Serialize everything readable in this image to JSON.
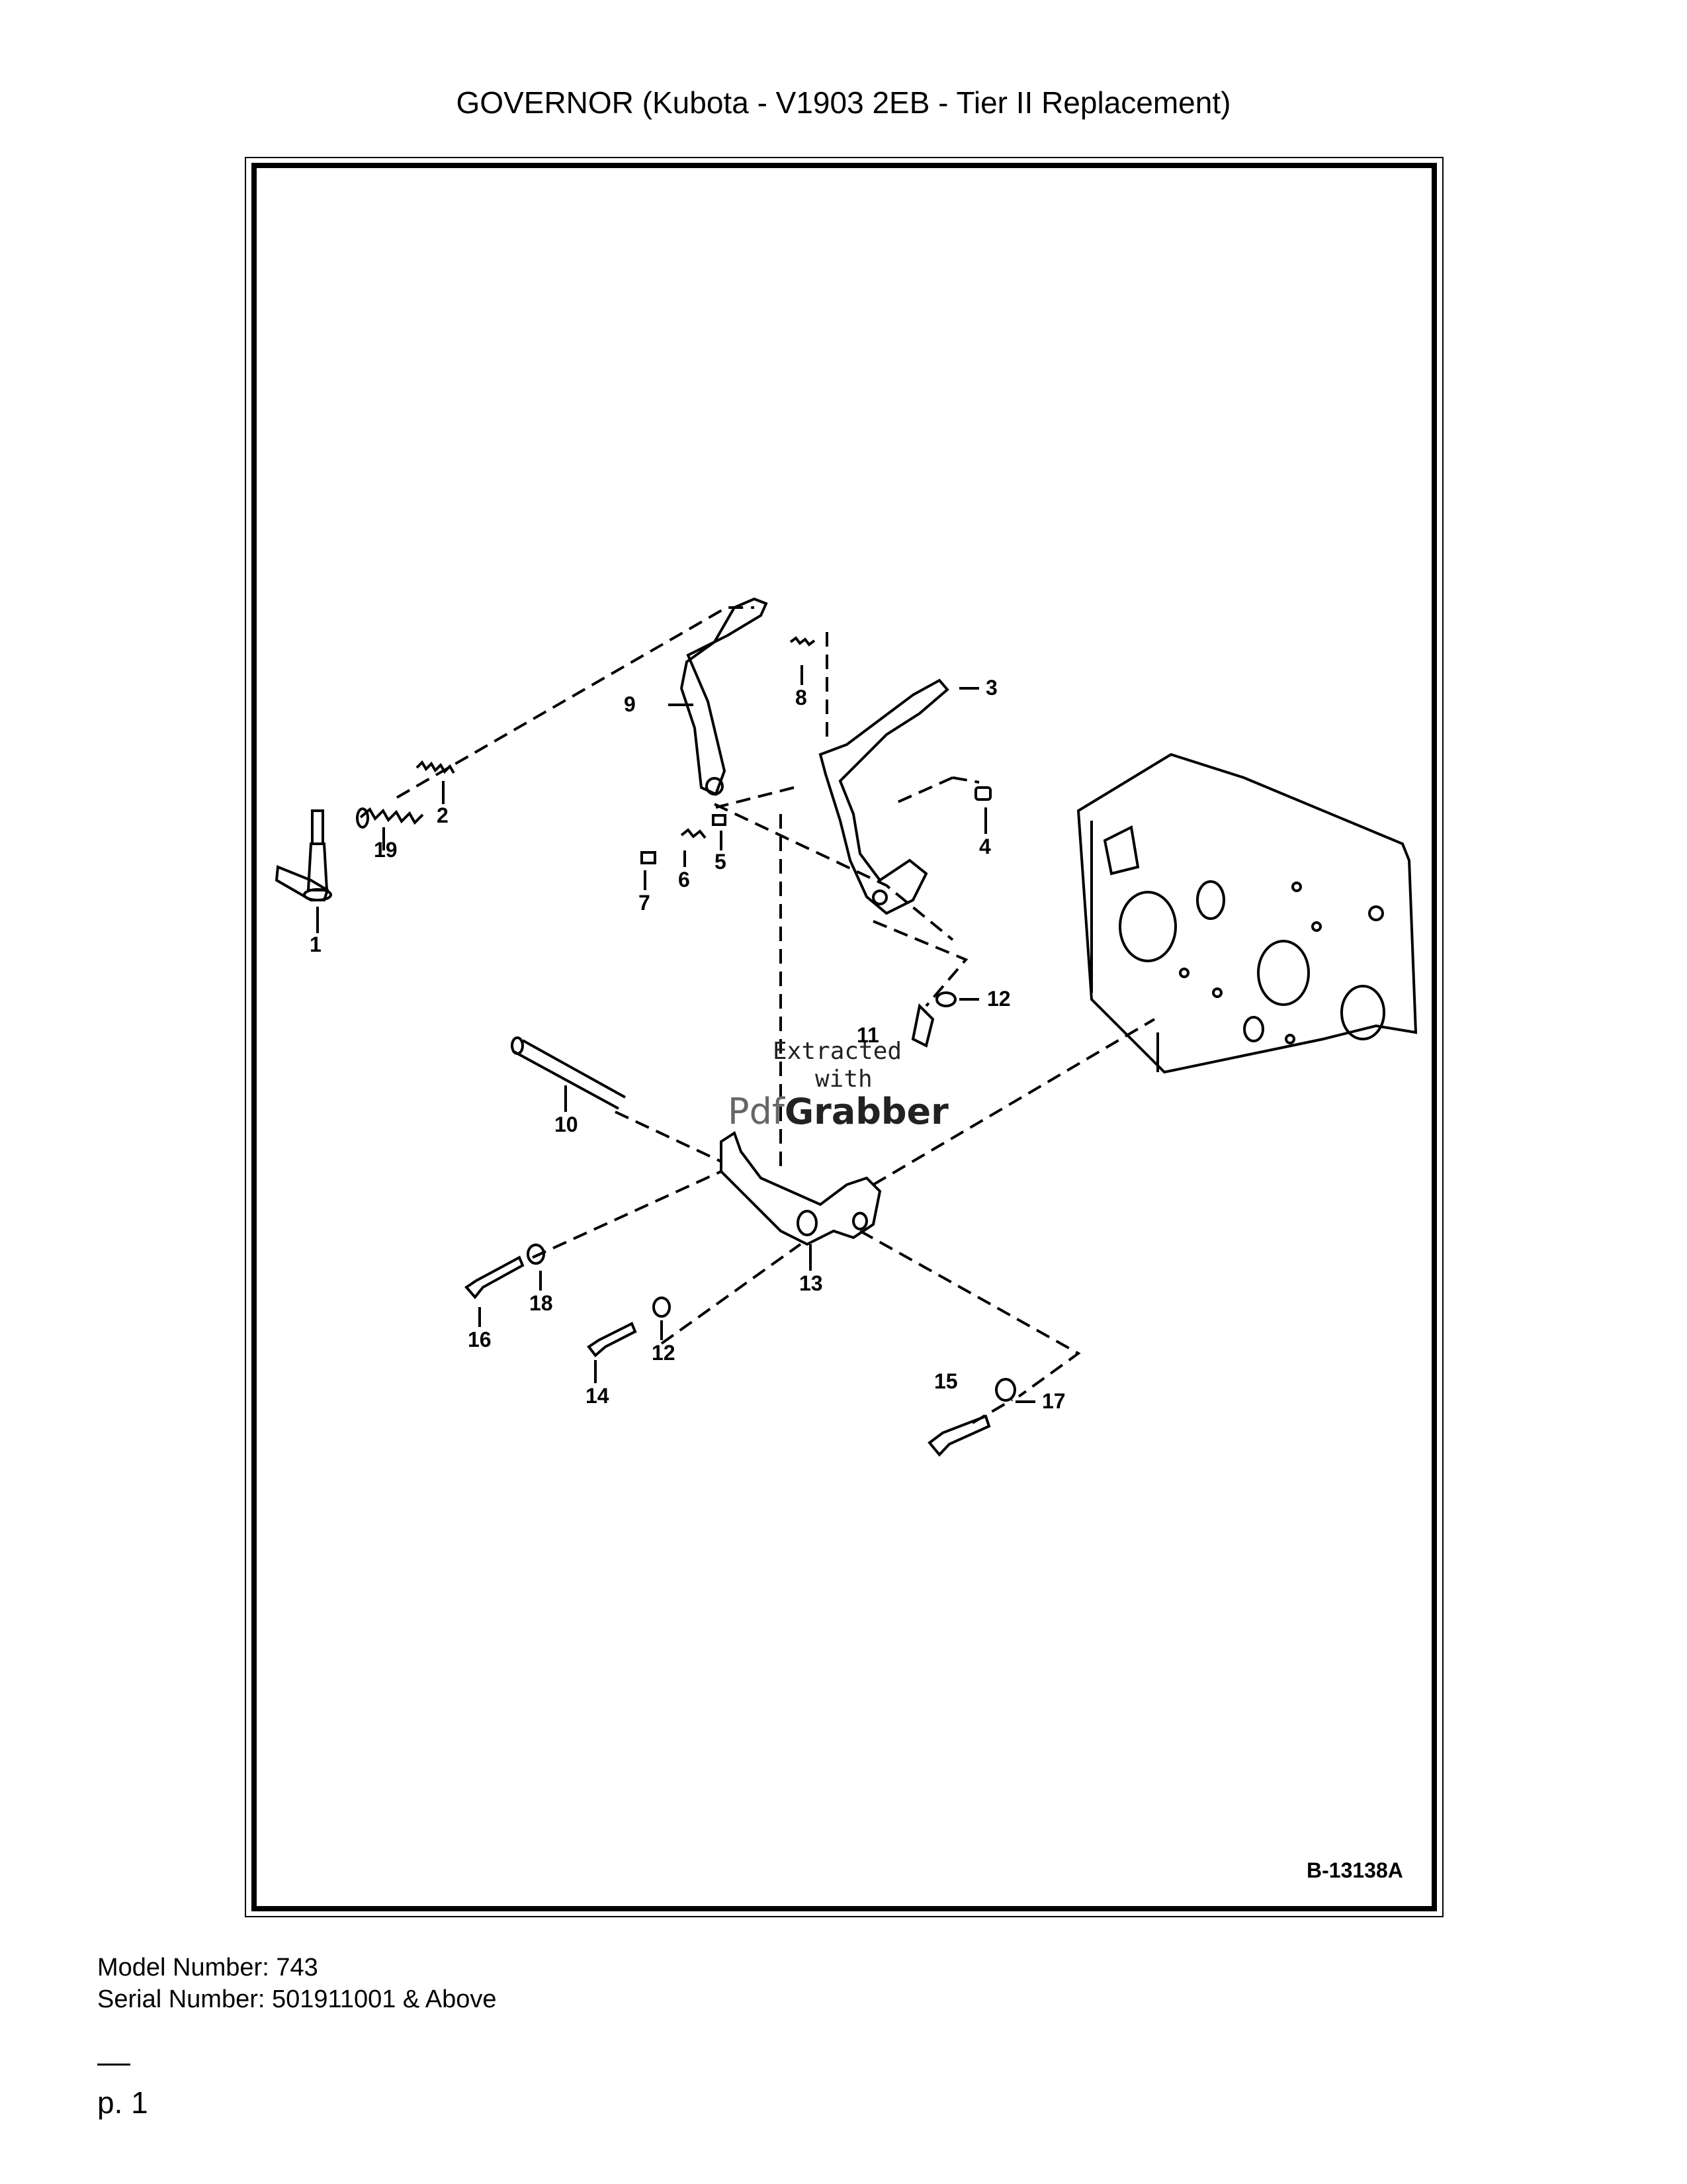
{
  "title": "GOVERNOR (Kubota - V1903 2EB - Tier II Replacement)",
  "figure_ref": "B-13138A",
  "callouts": [
    "1",
    "2",
    "3",
    "4",
    "5",
    "6",
    "7",
    "8",
    "9",
    "10",
    "11",
    "12",
    "12",
    "13",
    "14",
    "15",
    "16",
    "17",
    "18",
    "19"
  ],
  "watermark": {
    "line1": "Extracted",
    "line2": "with",
    "line3a": "Pdf",
    "line3b": "Grabber"
  },
  "footer": {
    "model": "Model Number: 743",
    "serial": "Serial Number: 501911001 & Above",
    "page": "p. 1"
  }
}
